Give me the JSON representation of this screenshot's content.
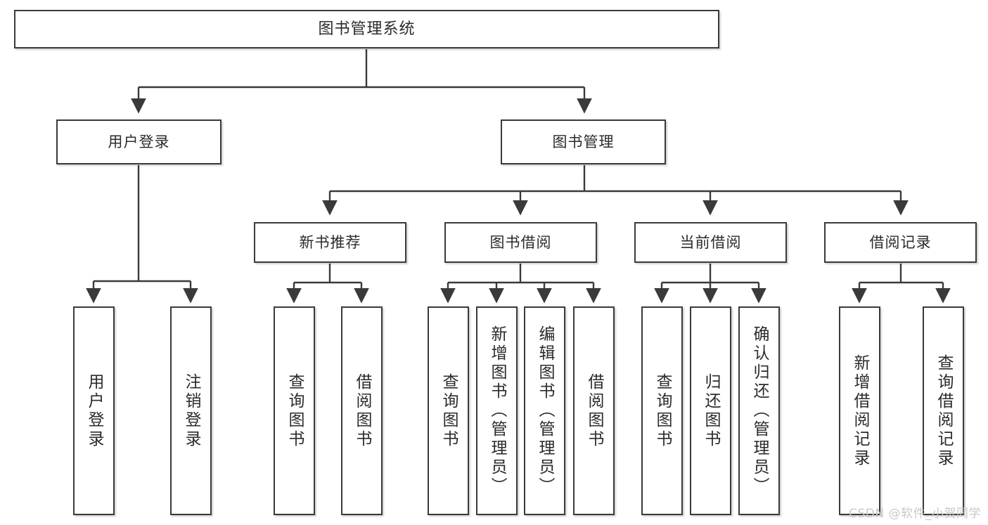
{
  "diagram": {
    "title": "图书管理系统",
    "type": "tree-hierarchy",
    "watermark": "CSDN @软件_小贺同学",
    "colors": {
      "stroke": "#3a3a3a",
      "box_fill": "#ffffff",
      "text": "#2b2b2b",
      "watermark": "#c9c9c9",
      "background": "#ffffff"
    },
    "root": {
      "id": "root",
      "label": "图书管理系统"
    },
    "level2": [
      {
        "id": "user-login",
        "label": "用户登录"
      },
      {
        "id": "book-manage",
        "label": "图书管理"
      }
    ],
    "level3": [
      {
        "id": "new-book-recommend",
        "label": "新书推荐"
      },
      {
        "id": "book-borrow",
        "label": "图书借阅"
      },
      {
        "id": "current-borrow",
        "label": "当前借阅"
      },
      {
        "id": "borrow-record",
        "label": "借阅记录"
      }
    ],
    "leaves": {
      "user_login": [
        {
          "id": "leaf-user-login",
          "label": "用户登录"
        },
        {
          "id": "leaf-user-logout",
          "label": "注销登录"
        }
      ],
      "new_book_recommend": [
        {
          "id": "leaf-query-book-1",
          "label": "查询图书"
        },
        {
          "id": "leaf-borrow-book-1",
          "label": "借阅图书"
        }
      ],
      "book_borrow": [
        {
          "id": "leaf-query-book-2",
          "label": "查询图书"
        },
        {
          "id": "leaf-add-book",
          "label": "新增图书（管理员）"
        },
        {
          "id": "leaf-edit-book",
          "label": "编辑图书（管理员）"
        },
        {
          "id": "leaf-borrow-book-2",
          "label": "借阅图书"
        }
      ],
      "current_borrow": [
        {
          "id": "leaf-query-book-3",
          "label": "查询图书"
        },
        {
          "id": "leaf-return-book",
          "label": "归还图书"
        },
        {
          "id": "leaf-confirm-return",
          "label": "确认归还（管理员）"
        }
      ],
      "borrow_record": [
        {
          "id": "leaf-add-record",
          "label": "新增借阅记录"
        },
        {
          "id": "leaf-query-record",
          "label": "查询借阅记录"
        }
      ]
    }
  }
}
